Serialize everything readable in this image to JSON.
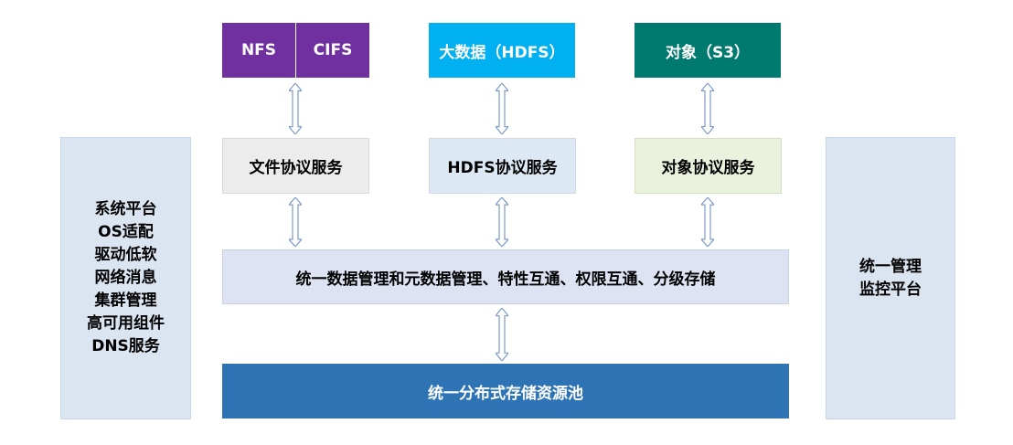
{
  "protocols": {
    "nfs": "NFS",
    "cifs": "CIFS",
    "hdfs": "大数据（HDFS）",
    "s3": "对象（S3）"
  },
  "services": {
    "file": "文件协议服务",
    "hdfs": "HDFS协议服务",
    "object": "对象协议服务"
  },
  "management": "统一数据管理和元数据管理、特性互通、权限互通、分级存储",
  "storage_pool": "统一分布式存储资源池",
  "left_panel": {
    "lines": [
      "系统平台",
      "OS适配",
      "驱动低软",
      "网络消息",
      "集群管理",
      "高可用组件",
      "DNS服务"
    ]
  },
  "right_panel": {
    "lines": [
      "统一管理",
      "监控平台"
    ]
  },
  "colors": {
    "purple": "#7030a0",
    "cyan": "#00b0f0",
    "teal": "#007a6e",
    "file_service_bg": "#ececec",
    "hdfs_service_bg": "#dde8f5",
    "object_service_bg": "#eaf1dd",
    "management_bg": "#dde3f3",
    "storage_pool_bg": "#2e74b5",
    "side_panel_bg": "#dbe5f1"
  }
}
